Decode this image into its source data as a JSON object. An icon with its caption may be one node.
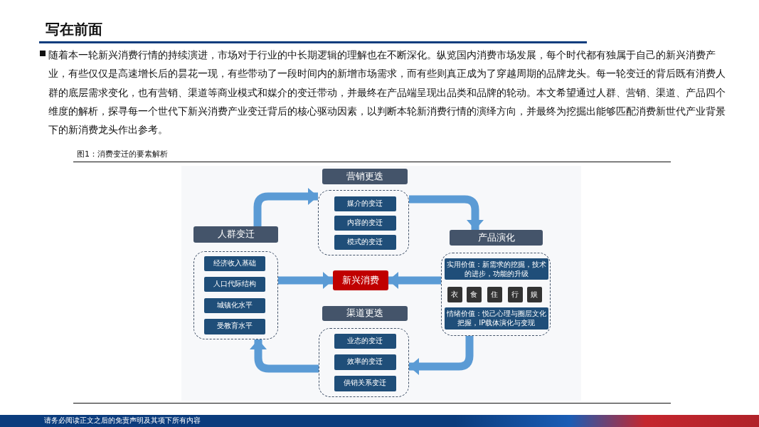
{
  "diagram": {
    "title": "写在前面",
    "nodes": [
      {
        "text": [
          "人群变迁"
        ]
      },
      {
        "text": [],
        "shape": "box"
      },
      {
        "text": [
          "经济收入基础"
        ],
        "in": 1
      },
      {
        "text": [
          "人口代际结构"
        ],
        "in": 1
      },
      {
        "text": [
          "城镇化水平"
        ],
        "in": 1
      },
      {
        "text": [
          "受教育水平"
        ],
        "in": 1
      },
      {
        "text": [
          "营销更迭"
        ]
      },
      {
        "text": [],
        "shape": "box"
      },
      {
        "text": [
          "媒介的变迁"
        ],
        "in": 7
      },
      {
        "text": [
          "内容的变迁"
        ],
        "in": 7
      },
      {
        "text": [
          "模式的变迁"
        ],
        "in": 7
      },
      {
        "text": [
          "新兴消费"
        ]
      },
      {
        "text": [
          "产品演化"
        ]
      },
      {
        "text": [],
        "shape": "box"
      },
      {
        "text": [
          "实用价值：新需求的挖掘，技术的进步，功能的升级"
        ],
        "in": 13
      },
      {
        "text": [
          "衣"
        ],
        "in": 13
      },
      {
        "text": [
          "食"
        ],
        "in": 13
      },
      {
        "text": [
          "住"
        ],
        "in": 13
      },
      {
        "text": [
          "行"
        ],
        "in": 13
      },
      {
        "text": [
          "娱"
        ],
        "in": 13
      },
      {
        "text": [
          "情绪价值：悦己心理与圈层文化把握，IP载体演化与变现"
        ],
        "in": 13
      },
      {
        "text": [
          "渠道更迭"
        ]
      },
      {
        "text": [],
        "shape": "box"
      },
      {
        "text": [
          "业态的变迁"
        ],
        "in": 22
      },
      {
        "text": [
          "效率的变迁"
        ],
        "in": 22
      },
      {
        "text": [
          "供销关系变迁"
        ],
        "in": 22
      }
    ],
    "edges": [
      {
        "from": 0,
        "to": 7,
        "arrow": "to"
      },
      {
        "from": 7,
        "to": 12,
        "arrow": "to"
      },
      {
        "from": 13,
        "to": 22,
        "arrow": "to"
      },
      {
        "from": 22,
        "to": 1,
        "arrow": "to"
      },
      {
        "from": 1,
        "to": 11,
        "arrow": "to"
      },
      {
        "from": 13,
        "to": 11,
        "arrow": "to"
      }
    ],
    "labels": [
      "随着本一轮新兴消费行情的持续演进，市场对于行业的中长期逻辑的理解也在不断深化。纵览国内消费市场发展，每个时代都有独属于自己的新兴消费产业，有些仅仅是高速增长后的昙花一现，有些带动了一段时间内的新增市场需求，而有些则真正成为了穿越周期的品牌龙头。每一轮变迁的背后既有消费人群的底层需求变化，也有营销、渠道等商业模式和媒介的变迁带动，并最终在产品端呈现出品类和品牌的轮动。本文希望通过人群、营销、渠道、产品四个维度的解析，探寻每一个世代下新兴消费产业变迁背后的核心驱动因素，以判断本轮新消费行情的演绎方向，并最终为挖掘出能够匹配消费新世代产业背景下的新消费龙头作出参考。",
      "图1：消费变迁的要素解析",
      "请务必阅读正文之后的免责声明及其项下所有内容"
    ]
  }
}
